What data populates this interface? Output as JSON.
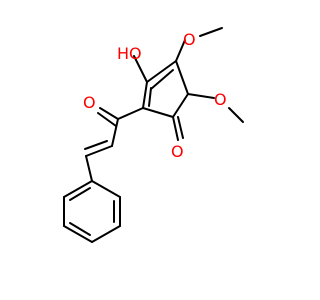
{
  "molecule": {
    "colors": {
      "bond": "#000000",
      "oxygen": "#ff0000",
      "carbon": "#000000"
    },
    "labels": {
      "hydroxyl": "HO",
      "methoxy_top_o": "O",
      "methoxy_right_o": "O",
      "enone_carbonyl_o": "O",
      "ring_ketone_o": "O"
    }
  }
}
